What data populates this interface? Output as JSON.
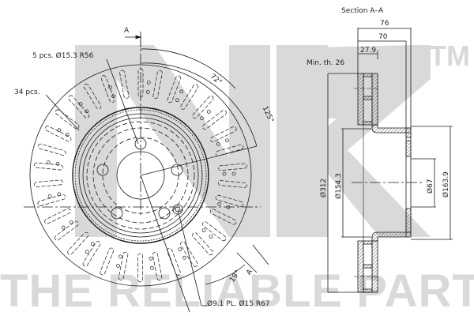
{
  "watermark": {
    "logo": "NK",
    "tagline": "THE RELIABLE PART",
    "trademark": "TM",
    "color": "#d9d9d9"
  },
  "front_view": {
    "section_marker_top": "A",
    "section_marker_bottom": "A",
    "callouts": {
      "bolt_holes": "5 pcs. Ø15.3 R56",
      "slots": "34 pcs.",
      "small_holes": "Ø9.1 PL. Ø15 R67"
    },
    "angles": {
      "a1": "72°",
      "a2": "125°",
      "a3": "19°"
    }
  },
  "section_view": {
    "title": "Section A–A",
    "dimensions": {
      "overall_height": "76",
      "hat_height": "70",
      "friction_thickness": "27.9",
      "min_thickness": "Min. th. 26",
      "outer_diameter": "Ø312",
      "hat_inner_diameter": "Ø154.3",
      "center_bore": "Ø67",
      "hat_outer_diameter": "Ø163.9"
    }
  },
  "colors": {
    "line": "#1a1a1a",
    "hatch": "#333333",
    "background": "#ffffff"
  }
}
